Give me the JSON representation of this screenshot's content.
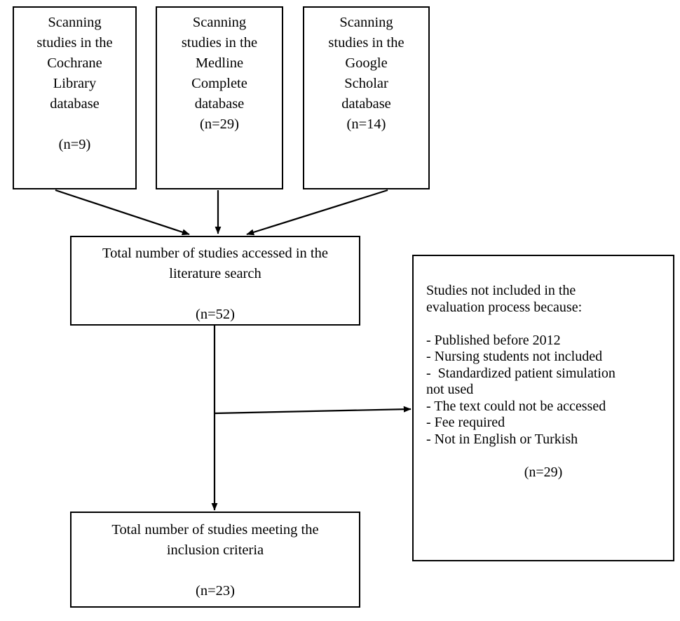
{
  "diagram": {
    "title": "Study selection flow diagram",
    "line_color": "#000000",
    "background_color": "#ffffff",
    "text_color": "#000000"
  },
  "nodes": {
    "source_cochrane": {
      "name": "Cochrane Library source box",
      "lines": [
        "Scanning",
        "studies in the",
        "Cochrane",
        "Library",
        "database",
        "",
        "(n=9)"
      ],
      "count_label": "(n=9)",
      "count": 9,
      "database": "Cochrane Library"
    },
    "source_medline": {
      "name": "Medline Complete source box",
      "lines": [
        "Scanning",
        "studies in the",
        "Medline",
        "Complete",
        "database",
        "(n=29)"
      ],
      "count_label": "(n=29)",
      "count": 29,
      "database": "Medline Complete"
    },
    "source_scholar": {
      "name": "Google Scholar source box",
      "lines": [
        "Scanning",
        "studies in the",
        "Google",
        "Scholar",
        "database",
        "(n=14)"
      ],
      "count_label": "(n=14)",
      "count": 14,
      "database": "Google Scholar"
    },
    "total_accessed": {
      "name": "Total studies accessed box",
      "lines": [
        "Total number of studies accessed in the",
        "literature search",
        "",
        "(n=52)"
      ],
      "count_label": "(n=52)",
      "count": 52
    },
    "excluded": {
      "name": "Excluded studies box",
      "heading_lines": [
        "Studies not included in the",
        "evaluation process because:"
      ],
      "reasons": [
        "- Published before 2012",
        "- Nursing students not included",
        "-  Standardized patient simulation",
        "not used",
        "- The text could not be accessed",
        "- Fee required",
        "- Not in English or Turkish"
      ],
      "count_label": "(n=29)",
      "count": 29
    },
    "included": {
      "name": "Total studies meeting inclusion criteria box",
      "lines": [
        "Total number of studies meeting the",
        "inclusion criteria",
        "",
        "(n=23)"
      ],
      "count_label": "(n=23)",
      "count": 23
    }
  },
  "edges": [
    {
      "id": "cochrane-to-total",
      "from": "source_cochrane",
      "to": "total_accessed",
      "style": "diagonal-arrow"
    },
    {
      "id": "medline-to-total",
      "from": "source_medline",
      "to": "total_accessed",
      "style": "vertical-arrow"
    },
    {
      "id": "scholar-to-total",
      "from": "source_scholar",
      "to": "total_accessed",
      "style": "diagonal-arrow"
    },
    {
      "id": "total-to-included",
      "from": "total_accessed",
      "to": "included",
      "style": "vertical-arrow"
    },
    {
      "id": "total-to-excluded",
      "from": "total_accessed",
      "to": "excluded",
      "style": "horizontal-arrow"
    }
  ]
}
